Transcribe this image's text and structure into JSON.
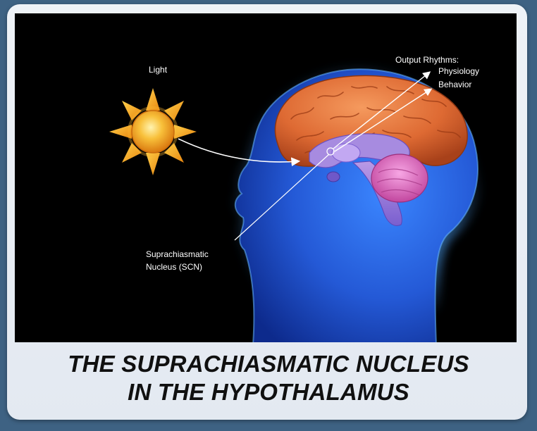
{
  "labels": {
    "light": "Light",
    "output_rhythms": "Output Rhythms:",
    "physiology": "Physiology",
    "behavior": "Behavior",
    "scn_line1": "Suprachiasmatic",
    "scn_line2": "Nucleus (SCN)"
  },
  "caption": {
    "line1": "THE SUPRACHIASMATIC NUCLEUS",
    "line2": "IN THE HYPOTHALAMUS"
  },
  "icons": [
    "sun-icon",
    "head-icon",
    "brain-icon"
  ],
  "colors": {
    "frame": "#3e6283",
    "card": "#e8edf3",
    "figure_background": "#000000",
    "head": "#2f6fe0",
    "brain": "#e2703a",
    "sun": "#f6b42a"
  }
}
